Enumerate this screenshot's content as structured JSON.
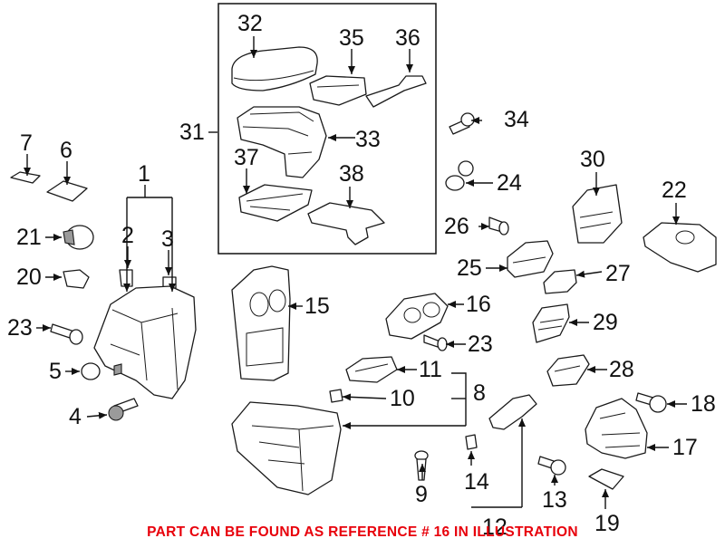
{
  "labels": {
    "p1": "1",
    "p2": "2",
    "p3": "3",
    "p4": "4",
    "p5": "5",
    "p6": "6",
    "p7": "7",
    "p8": "8",
    "p9": "9",
    "p10": "10",
    "p11": "11",
    "p12": "12",
    "p13": "13",
    "p14": "14",
    "p15": "15",
    "p16": "16",
    "p17": "17",
    "p18": "18",
    "p19": "19",
    "p20": "20",
    "p21": "21",
    "p22": "22",
    "p23a": "23",
    "p23b": "23",
    "p24": "24",
    "p25": "25",
    "p26": "26",
    "p27": "27",
    "p28": "28",
    "p29": "29",
    "p30": "30",
    "p31": "31",
    "p32": "32",
    "p33": "33",
    "p34": "34",
    "p35": "35",
    "p36": "36",
    "p37": "37",
    "p38": "38"
  },
  "footer": {
    "note": "PART CAN BE FOUND AS REFERENCE # 16 IN ILLUSTRATION",
    "color": "#e8000b"
  }
}
